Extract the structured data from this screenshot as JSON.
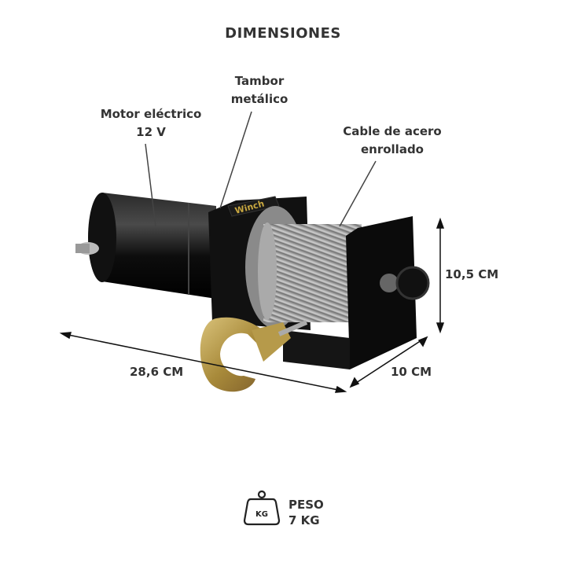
{
  "title": "DIMENSIONES",
  "callouts": {
    "motor": {
      "line1": "Motor eléctrico",
      "line2": "12 V"
    },
    "drum": {
      "line1": "Tambor",
      "line2": "metálico"
    },
    "cable": {
      "line1": "Cable de acero",
      "line2": "enrollado"
    }
  },
  "dimensions": {
    "length": "28,6 CM",
    "width": "10 CM",
    "height": "10,5 CM"
  },
  "weight": {
    "icon": "weight-kg-icon",
    "icon_text": "KG",
    "label": "PESO",
    "value": "7 KG"
  },
  "product_label": "Winch"
}
